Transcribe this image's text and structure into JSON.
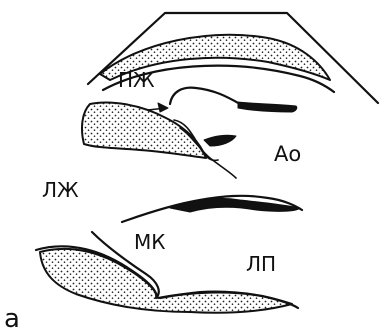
{
  "labels": {
    "right_ventricle": "ПЖ",
    "aorta": "Ао",
    "left_ventricle": "ЛЖ",
    "mitral_valve": "МК",
    "left_atrium": "ЛП",
    "panel_letter": "а"
  }
}
